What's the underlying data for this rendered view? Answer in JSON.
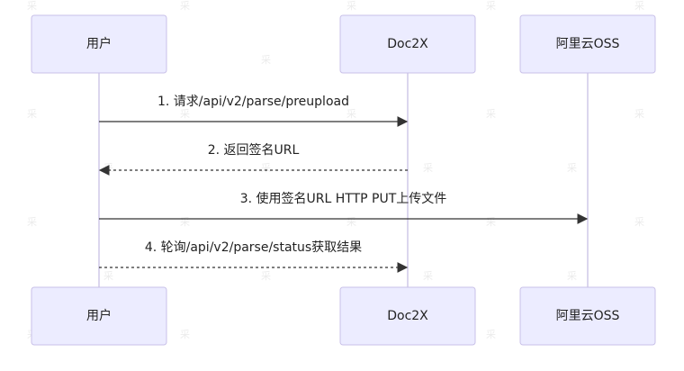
{
  "watermark": "采",
  "actors": [
    {
      "id": "user",
      "label": "用户"
    },
    {
      "id": "doc2x",
      "label": "Doc2X"
    },
    {
      "id": "oss",
      "label": "阿里云OSS"
    }
  ],
  "messages": [
    {
      "from": "user",
      "to": "doc2x",
      "text": "1. 请求/api/v2/parse/preupload",
      "style": "solid"
    },
    {
      "from": "doc2x",
      "to": "user",
      "text": "2. 返回签名URL",
      "style": "dashed"
    },
    {
      "from": "user",
      "to": "oss",
      "text": "3. 使用签名URL HTTP PUT上传文件",
      "style": "solid"
    },
    {
      "from": "user",
      "to": "doc2x",
      "text": "4. 轮询/api/v2/parse/status获取结果",
      "style": "dashed"
    }
  ],
  "colors": {
    "actor_fill": "#ececff",
    "actor_border": "#c9c1e8",
    "lifeline": "#cfc8e8",
    "arrow": "#333333"
  }
}
